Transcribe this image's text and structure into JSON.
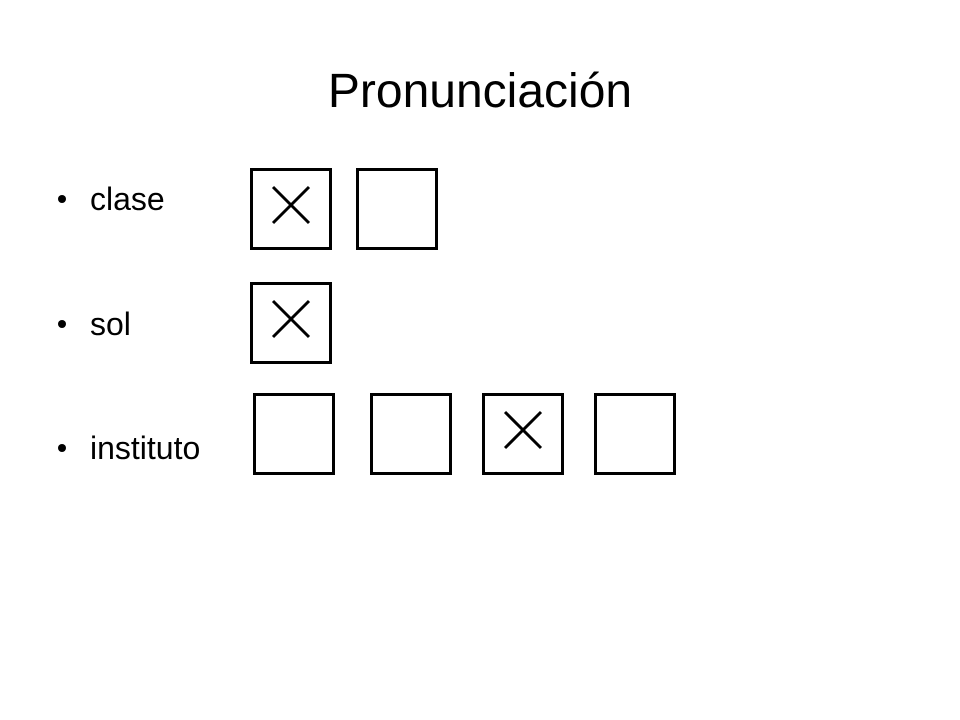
{
  "slide": {
    "title": "Pronunciación",
    "words": [
      {
        "text": "clase",
        "syllables": [
          {
            "marked": true
          },
          {
            "marked": false
          }
        ]
      },
      {
        "text": "sol",
        "syllables": [
          {
            "marked": true
          }
        ]
      },
      {
        "text": "instituto",
        "syllables": [
          {
            "marked": false
          },
          {
            "marked": false
          },
          {
            "marked": true
          },
          {
            "marked": false
          }
        ]
      }
    ]
  }
}
